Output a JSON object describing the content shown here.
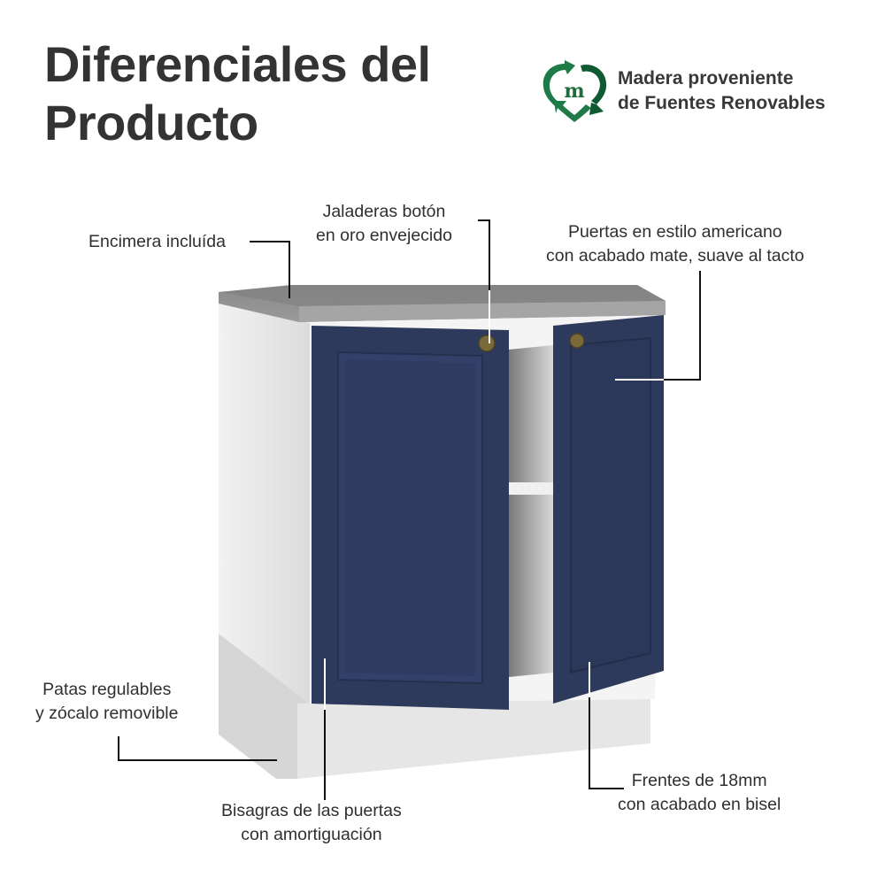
{
  "header": {
    "title_line1": "Diferenciales del",
    "title_line2": "Producto"
  },
  "badge": {
    "icon": "recycle-m-icon",
    "line1": "Madera proveniente",
    "line2": "de Fuentes Renovables",
    "colors": {
      "dark_green": "#0f5a32",
      "green": "#1e7a46"
    }
  },
  "features": [
    {
      "id": "countertop",
      "line1": "Encimera incluída",
      "line2": ""
    },
    {
      "id": "knobs",
      "line1": "Jaladeras botón",
      "line2": "en oro envejecido"
    },
    {
      "id": "doors",
      "line1": "Puertas en estilo americano",
      "line2": "con acabado mate, suave al tacto"
    },
    {
      "id": "legs",
      "line1": "Patas regulables",
      "line2": "y zócalo removible"
    },
    {
      "id": "hinges",
      "line1": "Bisagras de las puertas",
      "line2": "con amortiguación"
    },
    {
      "id": "fronts",
      "line1": "Frentes de 18mm",
      "line2": "con acabado en bisel"
    }
  ],
  "product_colors": {
    "door_navy": "#2e3a5c",
    "cabinet_white": "#e8e8e8",
    "countertop_gray": "#8e8e8e",
    "knob_gold": "#7a6a3a"
  }
}
